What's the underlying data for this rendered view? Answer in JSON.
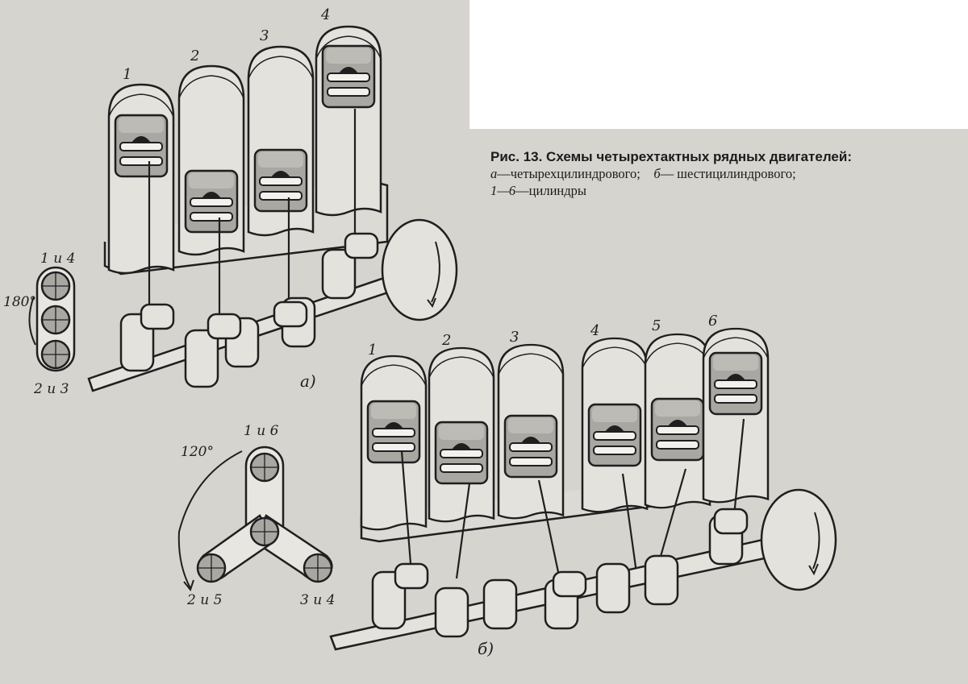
{
  "caption": {
    "title": "Рис. 13. Схемы четырехтактных рядных двигателей:",
    "item_a_letter": "а",
    "item_a_text": "—четырехцилиндрового;",
    "item_b_letter": "б",
    "item_b_text": "— шестицилиндрового;",
    "item_c_range": "1—6",
    "item_c_text": "—цилиндры"
  },
  "engine_a": {
    "label": "а)",
    "cylinders": [
      "1",
      "2",
      "3",
      "4"
    ]
  },
  "engine_b": {
    "label": "б)",
    "cylinders": [
      "1",
      "2",
      "3",
      "4",
      "5",
      "6"
    ]
  },
  "crank_diagram_a": {
    "top_label": "1 и 4",
    "bottom_label": "2 и 3",
    "angle_label": "180°"
  },
  "crank_diagram_b": {
    "top_label": "1 и 6",
    "left_label": "2 и 5",
    "right_label": "3 и 4",
    "angle_label": "120°"
  },
  "colors": {
    "paper": "#d6d4cf",
    "cylinder_fill": "#e4e2dd",
    "piston_shade": "#a9a7a2",
    "ink": "#1f1f1f",
    "caption_bg": "#ffffff"
  }
}
